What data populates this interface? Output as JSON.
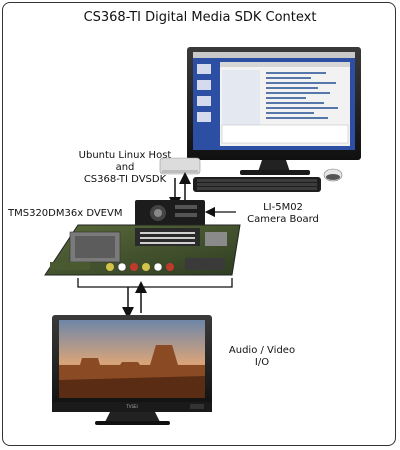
{
  "diagram": {
    "title": "CS368-TI Digital Media SDK Context",
    "host_label": [
      "Ubuntu Linux Host",
      "and",
      "CS368-TI DVSDK"
    ],
    "evm_label": "TMS320DM36x DVEVM",
    "camera_label": [
      "LI-5M02",
      "Camera Board"
    ],
    "av_label": [
      "Audio / Video",
      "I/O"
    ],
    "tv_brand": "TVSEI"
  }
}
